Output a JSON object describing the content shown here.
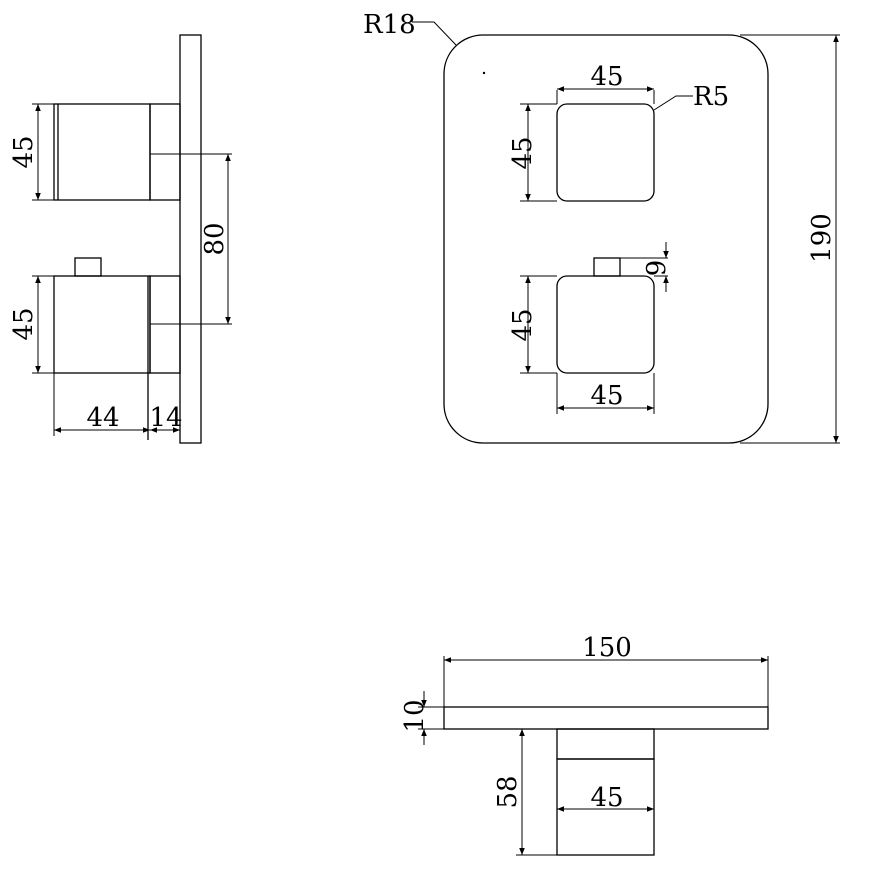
{
  "side_view": {
    "upper_handle_height": "45",
    "center_spacing": "80",
    "lower_handle_height": "45",
    "handle_depth": "44",
    "body_depth": "14"
  },
  "front_view": {
    "corner_radius": "R18",
    "handle_corner_radius": "R5",
    "upper_handle_width": "45",
    "upper_handle_height": "45",
    "stop_offset": "9",
    "lower_handle_height": "45",
    "lower_handle_width": "45",
    "plate_height": "190"
  },
  "bottom_view": {
    "plate_width": "150",
    "plate_thickness": "10",
    "handle_projection": "58",
    "handle_width": "45"
  }
}
